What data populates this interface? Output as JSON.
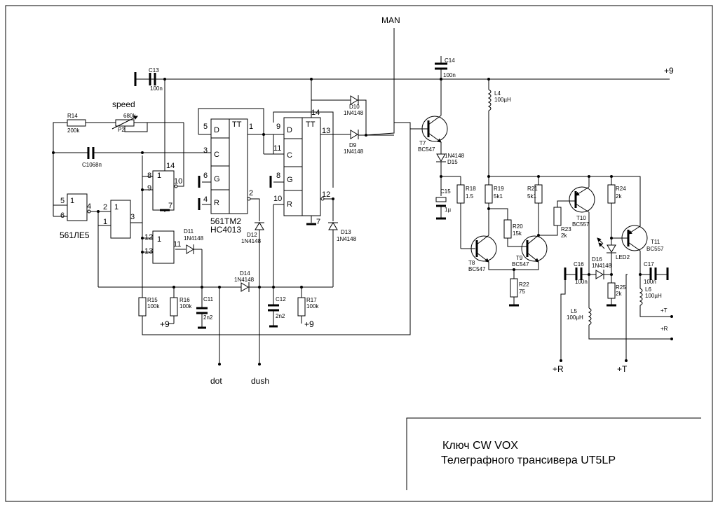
{
  "labels": {
    "man": "MAN",
    "plus9_top": "+9",
    "speed": "speed",
    "dot": "dot",
    "dush": "dush",
    "plus9_a": "+9",
    "plus9_b": "+9",
    "plusR_out": "+R",
    "plusT_out": "+T",
    "plusR_bot": "+R",
    "plusT_bot": "+T",
    "ic_le5": "561ЛЕ5",
    "ic_tm2_a": "561TM2",
    "ic_tm2_b": "HC4013",
    "tt1": "TT",
    "tt2": "TT"
  },
  "parts": {
    "C13": "C13",
    "C13v": "100n",
    "R14": "R14",
    "R14v": "200k",
    "P2": "P2",
    "P2v": "680k",
    "C1068": "C1068п",
    "C14": "C14",
    "C14v": "100n",
    "D10": "D10",
    "D10v": "1N4148",
    "D9": "D9",
    "D9v": "1N4148",
    "D12": "D12",
    "D12v": "1N4148",
    "D13": "D13",
    "D13v": "1N4148",
    "D11": "D11",
    "D11v": "1N4148",
    "D14": "D14",
    "D14v": "1N4148",
    "D15": "D15",
    "D15v": "1N4148",
    "D16": "D16",
    "D16v": "1N4148",
    "R15": "R15",
    "R15v": "100k",
    "R16": "R16",
    "R16v": "100k",
    "R17": "R17",
    "R17v": "100k",
    "C11": "C11",
    "C11v": "2n2",
    "C12": "C12",
    "C12v": "2n2",
    "T7": "T7",
    "T7v": "BC547",
    "T8": "T8",
    "T8v": "BC547",
    "T9": "T9",
    "T9v": "BC547",
    "T10": "T10",
    "T10v": "BC557",
    "T11": "T11",
    "T11v": "BC557",
    "L4": "L4",
    "L4v": "100µH",
    "L5": "L5",
    "L5v": "100µH",
    "L6": "L6",
    "L6v": "100µH",
    "C15": "C15",
    "C15v": "1µ",
    "C16": "C16",
    "C16v": "100n",
    "C17": "C17",
    "C17v": "100n",
    "R18": "R18",
    "R18v": "1.5",
    "R19": "R19",
    "R19v": "5k1",
    "R20": "R20",
    "R20v": "15k",
    "R21": "R21",
    "R21v": "5k1",
    "R22": "R22",
    "R22v": "75",
    "R23": "R23",
    "R23v": "2k",
    "R24": "R24",
    "R24v": "2k",
    "R25": "R25",
    "R25v": "2k",
    "LED2": "LED2"
  },
  "title": {
    "line1": "Ключ CW VOX",
    "line2": "Телеграфного трансивера  UT5LP"
  }
}
